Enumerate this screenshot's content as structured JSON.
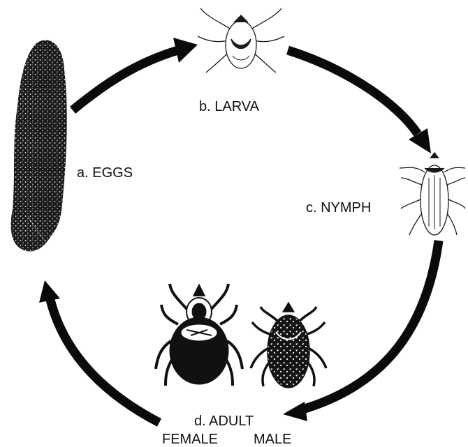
{
  "stages": {
    "eggs": {
      "label": "a. EGGS"
    },
    "larva": {
      "label": "b. LARVA"
    },
    "nymph": {
      "label": "c. NYMPH"
    },
    "adult": {
      "label": "d. ADULT",
      "female_label": "FEMALE",
      "male_label": "MALE"
    }
  },
  "colors": {
    "ink": "#111111",
    "background": "#ffffff"
  },
  "icons": [
    "egg-mass-icon",
    "larva-tick-icon",
    "nymph-tick-icon",
    "female-tick-icon",
    "male-tick-icon"
  ]
}
